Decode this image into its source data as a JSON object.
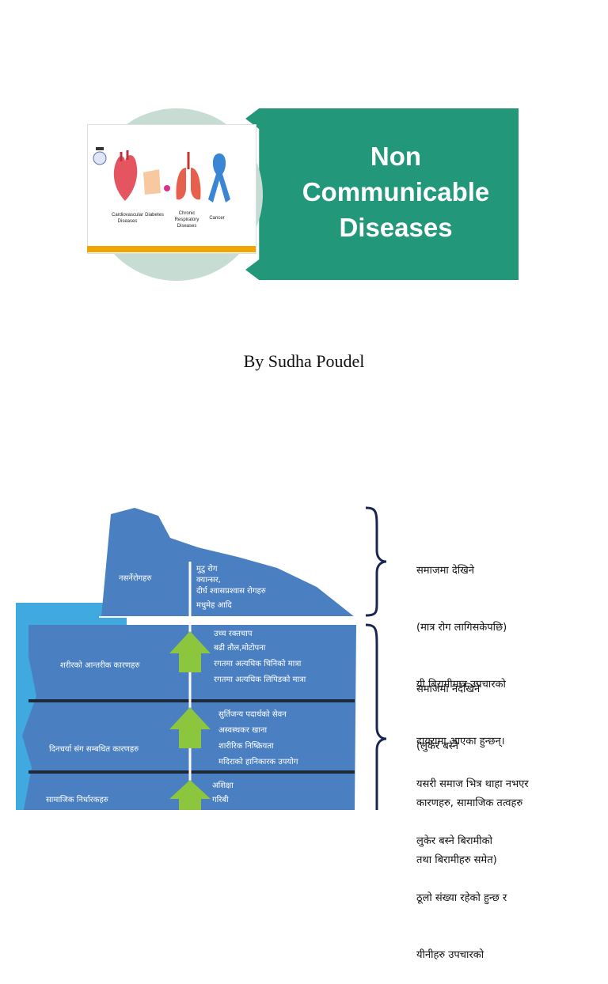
{
  "title_card": {
    "title_lines": [
      "Non",
      "Communicable",
      "Diseases"
    ],
    "icons": [
      {
        "icon": "heart-icon",
        "label": "Cardiovascular Diseases"
      },
      {
        "icon": "pancreas-icon",
        "label": "Diabetes"
      },
      {
        "icon": "lungs-icon",
        "label": "Chronic Respiratory Diseases"
      },
      {
        "icon": "ribbon-icon",
        "label": "Cancer"
      }
    ],
    "colors": {
      "banner": "#22977a",
      "circle": "#c7dcd2",
      "bar": "#f0a500"
    }
  },
  "byline": "By Sudha Poudel",
  "iceberg": {
    "layers": [
      {
        "label": "नसर्नेरोगहरु",
        "items": [
          "मुटु रोग",
          "क्यान्सर,",
          "दीर्घ श्वासप्रश्वास रोगहरु",
          "मधुमेह आदि"
        ]
      },
      {
        "label": "शरीरको आन्तरीक कारणहरु",
        "items": [
          "उच्च रक्तचाप",
          "बढी तौल,मोटोपना",
          "रगतमा अत्यधिक चिनिको मात्रा",
          "रगतमा अत्यधिक लिपिडको मात्रा"
        ]
      },
      {
        "label": "दिनचर्या संग सम्बधित कारणहरु",
        "items": [
          "सुर्तिजन्य पदार्थको सेवन",
          "अस्वस्थकर खाना",
          "शारीरिक निष्क्रियता",
          "मदिराको हानिकारक उपयोग"
        ]
      },
      {
        "label": "सामाजिक निर्धारकहरु",
        "items": [
          "अशिक्षा",
          "गरिबी"
        ]
      }
    ],
    "colors": {
      "ice": "#4a7fc1",
      "water": "#3fa9e0",
      "arrow": "#8cc63f"
    }
  },
  "notes": {
    "visible": [
      "समाजमा देखिने",
      "(मात्र रोग लागिसकेपछि)",
      "यी बिरामीमात्र उपचारको",
      "दायरामा आएका हुन्छन्।"
    ],
    "hidden": [
      "समाजमा नदेखिने",
      "(लुकेर बस्ने",
      "कारणहरु, सामाजिक तत्वहरु",
      "तथा बिरामीहरु समेत)"
    ],
    "extra": [
      "यसरी समाज भित्र थाहा नभएर",
      "लुकेर बस्ने बिरामीको",
      "ठूलो संख्या रहेको हुन्छ र",
      "यीनीहरु उपचारको"
    ]
  }
}
